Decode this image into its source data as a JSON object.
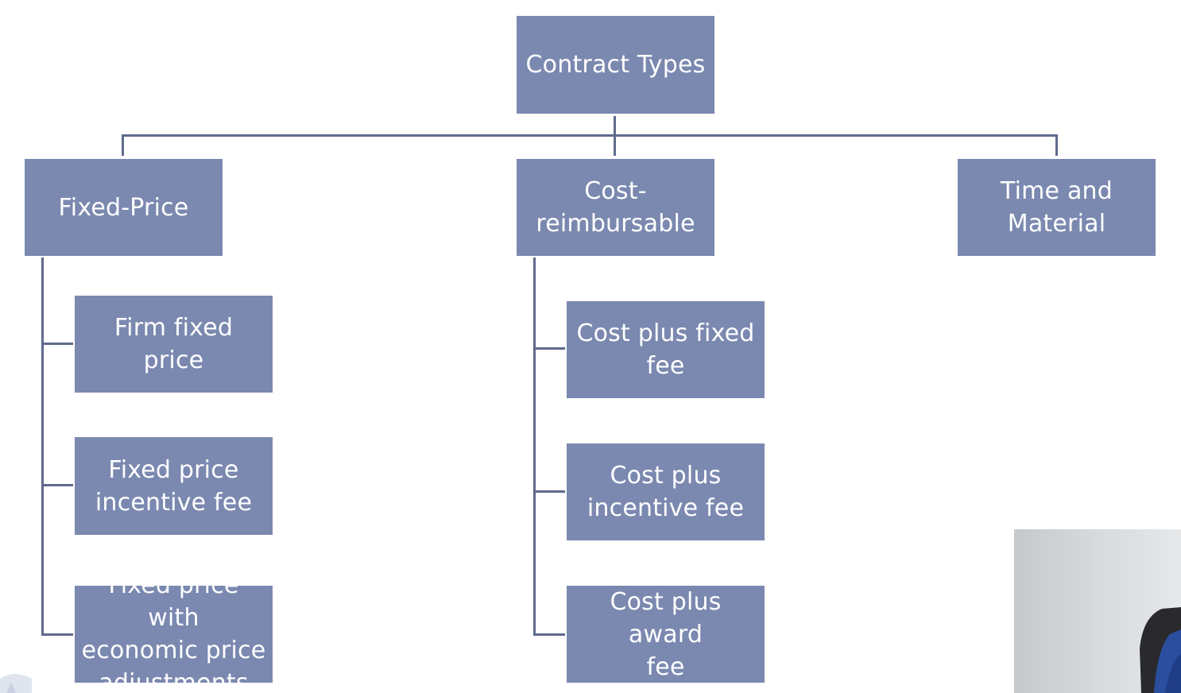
{
  "diagram": {
    "root": {
      "label": "Contract Types"
    },
    "categories": [
      {
        "label": "Fixed-Price"
      },
      {
        "label": "Cost-\nreimbursable"
      },
      {
        "label": "Time and\nMaterial"
      }
    ],
    "fixed_price_children": [
      {
        "label": "Firm fixed price"
      },
      {
        "label": "Fixed price\nincentive fee"
      },
      {
        "label": "Fixed price with\neconomic price\nadjustments"
      }
    ],
    "cost_reimbursable_children": [
      {
        "label": "Cost plus fixed\nfee"
      },
      {
        "label": "Cost plus\nincentive fee"
      },
      {
        "label": "Cost plus award\nfee"
      }
    ]
  },
  "colors": {
    "box_fill": "#7b89b0",
    "connector": "#5f6a8c",
    "text": "#ffffff"
  }
}
